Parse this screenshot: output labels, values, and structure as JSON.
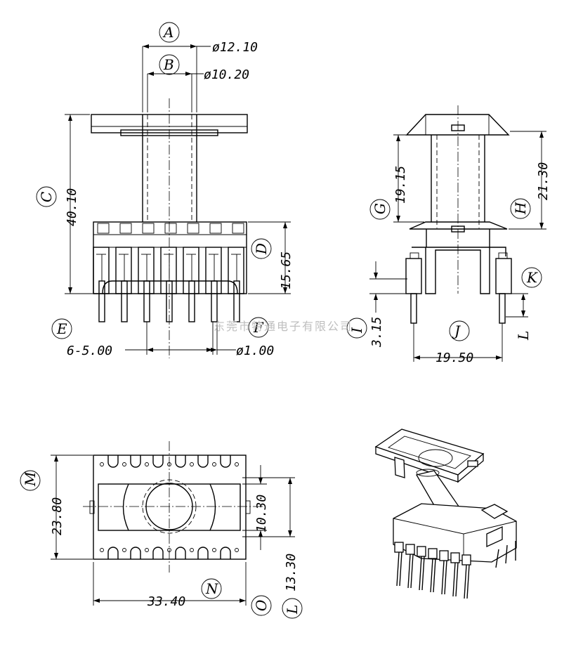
{
  "labels": {
    "A": "A",
    "B": "B",
    "C": "C",
    "D": "D",
    "E": "E",
    "F": "F",
    "G": "G",
    "H": "H",
    "I": "I",
    "J": "J",
    "K": "K",
    "L1": "L",
    "L2": "L",
    "M": "M",
    "N": "N",
    "O": "O"
  },
  "dims": {
    "d1": "ø12.10",
    "d2": "ø10.20",
    "h_total": "40.10",
    "h_base": "15.65",
    "pitch": "6-5.00",
    "pin_dia": "ø1.00",
    "g": "19.15",
    "h": "21.30",
    "i": "3.15",
    "j": "19.50",
    "m": "23.80",
    "n": "33.40",
    "inner": "10.30",
    "o": "13.30"
  },
  "watermark": "东莞市特通电子有限公司"
}
